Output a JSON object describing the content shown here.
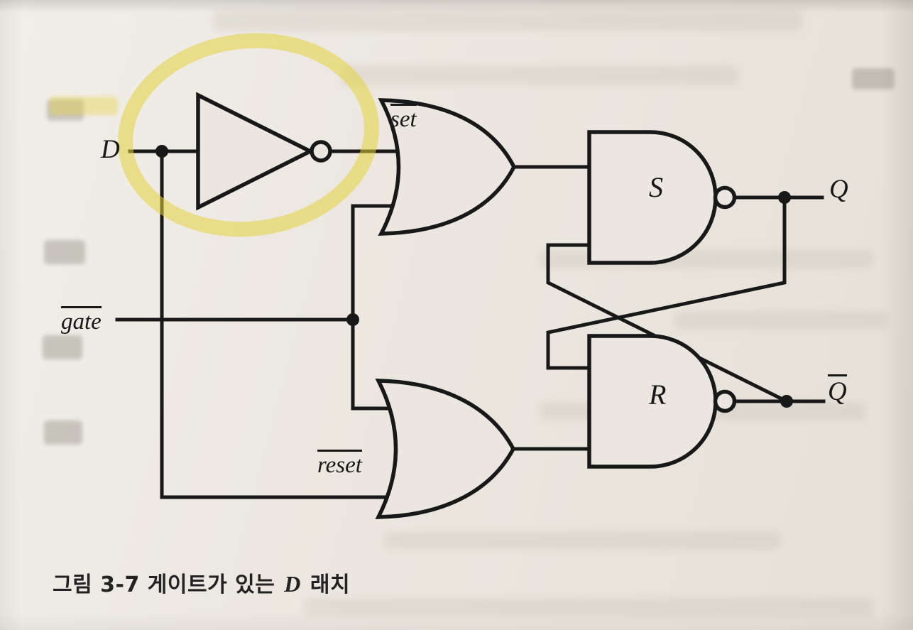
{
  "figure": {
    "kind": "textbook logic-circuit diagram photo",
    "circuit": {
      "type": "gated D latch",
      "inputs": [
        {
          "name": "D",
          "label": "D",
          "overline": false
        },
        {
          "name": "gate",
          "label": "gate",
          "overline": true
        }
      ],
      "internal_signals": [
        {
          "name": "set",
          "label": "set",
          "overline": true
        },
        {
          "name": "reset",
          "label": "reset",
          "overline": true
        }
      ],
      "gates": [
        {
          "id": "inv1",
          "type": "NOT",
          "label": "",
          "highlighted": true
        },
        {
          "id": "or_top",
          "type": "OR",
          "label": ""
        },
        {
          "id": "or_bot",
          "type": "OR",
          "label": ""
        },
        {
          "id": "nand_s",
          "type": "NAND",
          "label": "S"
        },
        {
          "id": "nand_r",
          "type": "NAND",
          "label": "R"
        }
      ],
      "outputs": [
        {
          "name": "Q",
          "label": "Q",
          "overline": false
        },
        {
          "name": "Q_bar",
          "label": "Q",
          "overline": true
        }
      ]
    },
    "annotation": {
      "type": "hand-drawn highlighter circle",
      "around": "NOT gate",
      "color": "#e6d23e"
    },
    "caption": {
      "label": "그림 3-7",
      "title_before": "게이트가 있는",
      "title_math": "D",
      "title_after": "래치"
    }
  },
  "colors": {
    "paper": "#ebe7e0",
    "ink": "#181818",
    "highlight": "#e6d23e"
  }
}
